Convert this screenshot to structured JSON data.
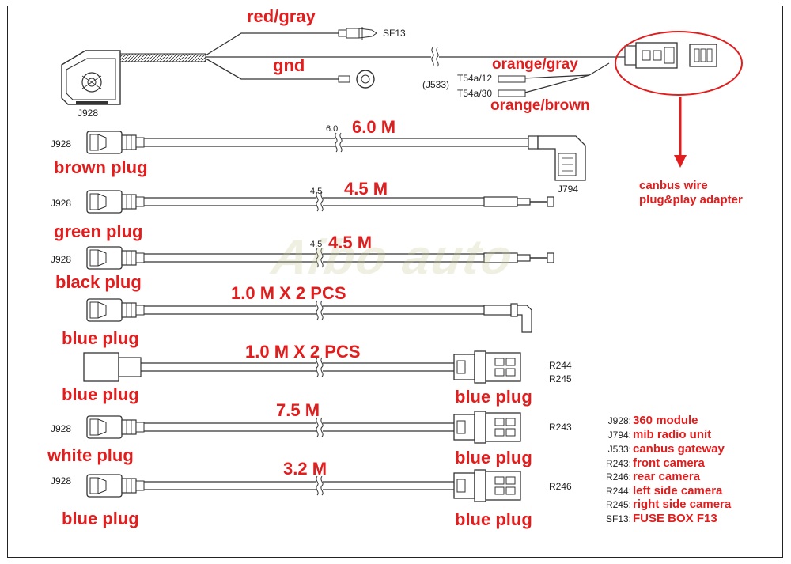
{
  "top_harness": {
    "wire_red_gray": "red/gray",
    "fuse_label": "SF13",
    "wire_gnd": "gnd",
    "wire_orange_gray": "orange/gray",
    "wire_orange_brown": "orange/brown",
    "gateway_label": "(J533)",
    "pin_t54a12": "T54a/12",
    "pin_t54a30": "T54a/30",
    "module_label": "J928"
  },
  "adapter_note": {
    "line1": "canbus wire",
    "line2": "plug&play adapter"
  },
  "cables": [
    {
      "left_label": "J928",
      "length_small": "6.0",
      "length": "6.0 M",
      "plug": "brown plug",
      "end_label": "J794"
    },
    {
      "left_label": "J928",
      "length_small": "4.5",
      "length": "4.5 M",
      "plug": "green plug"
    },
    {
      "left_label": "J928",
      "length_small": "4.5",
      "length": "4.5 M",
      "plug": "black plug"
    },
    {
      "length": "1.0 M X 2 PCS",
      "plug": "blue plug"
    },
    {
      "length": "1.0 M X 2 PCS",
      "plug": "blue plug",
      "end_plug": "blue plug",
      "end_label_1": "R244",
      "end_label_2": "R245"
    },
    {
      "left_label": "J928",
      "length": "7.5 M",
      "plug": "white plug",
      "end_plug": "blue plug",
      "end_label": "R243"
    },
    {
      "left_label": "J928",
      "length": "3.2 M",
      "plug": "blue plug",
      "end_plug": "blue plug",
      "end_label": "R246"
    }
  ],
  "legend": [
    {
      "code": "J928:",
      "desc": "360 module"
    },
    {
      "code": "J794:",
      "desc": "mib radio unit"
    },
    {
      "code": "J533:",
      "desc": "canbus gateway"
    },
    {
      "code": "R243:",
      "desc": "front camera"
    },
    {
      "code": "R246:",
      "desc": "rear camera"
    },
    {
      "code": "R244:",
      "desc": "left side camera"
    },
    {
      "code": "R245:",
      "desc": "right side camera"
    },
    {
      "code": "SF13:",
      "desc": "FUSE BOX F13"
    }
  ],
  "watermark_text": "Aibo auto",
  "colors": {
    "label_red": "#e11d1d",
    "line": "#333333"
  }
}
